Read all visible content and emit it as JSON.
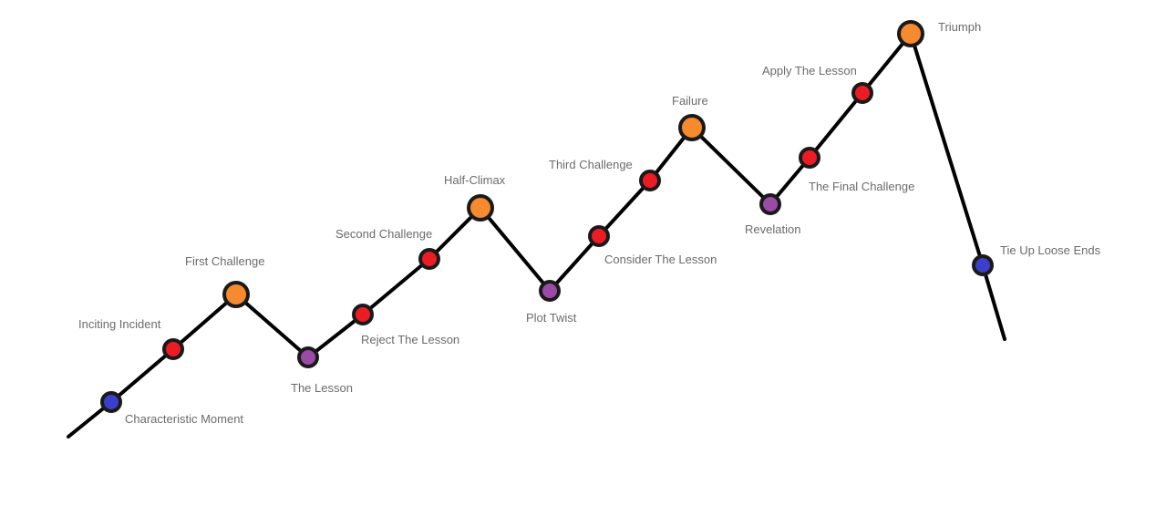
{
  "colors": {
    "line": "#000000",
    "outline": "#1a1a1a",
    "blue": "#3b3fc9",
    "red": "#ec1c24",
    "orange": "#f58a2e",
    "purple": "#9b4ba6",
    "label": "#6b6b6b"
  },
  "points": [
    {
      "id": "characteristic-moment",
      "label": "Characteristic Moment",
      "type": "blue"
    },
    {
      "id": "inciting-incident",
      "label": "Inciting Incident",
      "type": "red"
    },
    {
      "id": "first-challenge",
      "label": "First Challenge",
      "type": "orange"
    },
    {
      "id": "the-lesson",
      "label": "The Lesson",
      "type": "purple"
    },
    {
      "id": "reject-the-lesson",
      "label": "Reject The Lesson",
      "type": "red"
    },
    {
      "id": "second-challenge",
      "label": "Second Challenge",
      "type": "red"
    },
    {
      "id": "half-climax",
      "label": "Half-Climax",
      "type": "orange"
    },
    {
      "id": "plot-twist",
      "label": "Plot Twist",
      "type": "purple"
    },
    {
      "id": "consider-the-lesson",
      "label": "Consider The Lesson",
      "type": "red"
    },
    {
      "id": "third-challenge",
      "label": "Third Challenge",
      "type": "red"
    },
    {
      "id": "failure",
      "label": "Failure",
      "type": "orange"
    },
    {
      "id": "revelation",
      "label": "Revelation",
      "type": "purple"
    },
    {
      "id": "the-final-challenge",
      "label": "The Final Challenge",
      "type": "red"
    },
    {
      "id": "apply-the-lesson",
      "label": "Apply The Lesson",
      "type": "red"
    },
    {
      "id": "triumph",
      "label": "Triumph",
      "type": "orange"
    },
    {
      "id": "tie-up-loose-ends",
      "label": "Tie Up Loose Ends",
      "type": "blue"
    }
  ]
}
